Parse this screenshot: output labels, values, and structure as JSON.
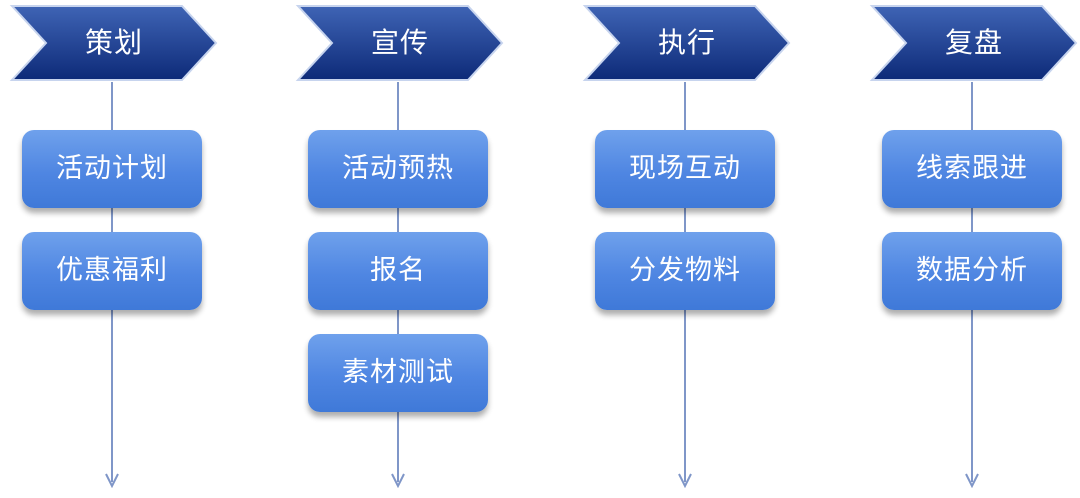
{
  "colors": {
    "header_fill_top": "#3f64b5",
    "header_fill_bottom": "#0d2a78",
    "header_outline": "#c7d4ee",
    "task_fill": "#4f86e2",
    "connector": "#7f96c8"
  },
  "stages": [
    {
      "title": "策划",
      "tasks": [
        "活动计划",
        "优惠福利"
      ]
    },
    {
      "title": "宣传",
      "tasks": [
        "活动预热",
        "报名",
        "素材测试"
      ]
    },
    {
      "title": "执行",
      "tasks": [
        "现场互动",
        "分发物料"
      ]
    },
    {
      "title": "复盘",
      "tasks": [
        "线索跟进",
        "数据分析"
      ]
    }
  ]
}
